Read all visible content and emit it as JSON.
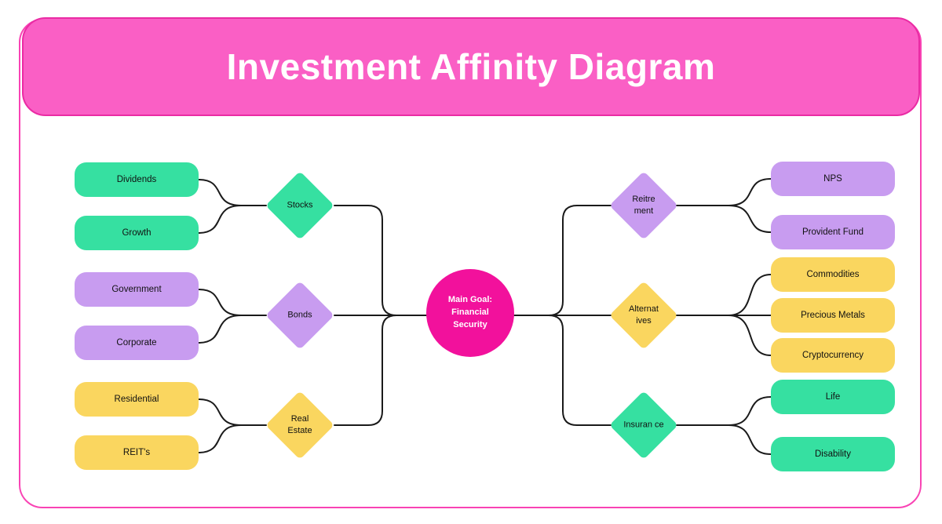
{
  "title": "Investment Affinity Diagram",
  "center": {
    "label": "Main Goal: Financial Security"
  },
  "colors": {
    "header_fill": "#FA5FC5",
    "header_border": "#EA2BA4",
    "frame_border": "#F943B4",
    "center_circle": "#F2119C",
    "green": "#36E0A1",
    "purple": "#C89CF0",
    "yellow": "#FAD65F",
    "connector": "#1A1A1A",
    "title_text": "#FFFFFF"
  },
  "groups": {
    "left": [
      {
        "diamond": "Stocks",
        "color": "green",
        "leaves": [
          "Dividends",
          "Growth"
        ]
      },
      {
        "diamond": "Bonds",
        "color": "purple",
        "leaves": [
          "Government",
          "Corporate"
        ]
      },
      {
        "diamond": "Real Estate",
        "color": "yellow",
        "leaves": [
          "Residential",
          "REIT's"
        ]
      }
    ],
    "right": [
      {
        "diamond": "Reitre ment",
        "color": "purple",
        "leaves": [
          "NPS",
          "Provident Fund"
        ]
      },
      {
        "diamond": "Alternat ives",
        "color": "yellow",
        "leaves": [
          "Commodities",
          "Precious Metals",
          "Cryptocurrency"
        ]
      },
      {
        "diamond": "Insuran ce",
        "color": "green",
        "leaves": [
          "Life",
          "Disability"
        ]
      }
    ]
  }
}
